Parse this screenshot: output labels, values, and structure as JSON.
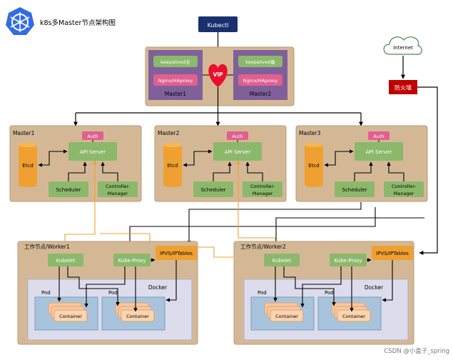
{
  "header": {
    "title": "k8s多Master节点架构图"
  },
  "top": {
    "kubectl": "Kubectl",
    "vip": "VIP",
    "keepalived_master": "keepalived主",
    "keepalived_backup": "keepalived备",
    "nginx_haproxy": "Nginx/HAproxy",
    "master1": "Master1",
    "master2": "Master2"
  },
  "internet": {
    "cloud_label": "Internet",
    "firewall": "防火墙"
  },
  "masters": [
    {
      "title": "Master1",
      "auth": "Auth",
      "api": "API Server",
      "etcd": "Etcd",
      "scheduler": "Scheduler",
      "controller_1": "Controller-",
      "controller_2": "Manager"
    },
    {
      "title": "Master2",
      "auth": "Auth",
      "api": "API Server",
      "etcd": "Etcd",
      "scheduler": "Scheduler",
      "controller_1": "Controller-",
      "controller_2": "Manager"
    },
    {
      "title": "Master3",
      "auth": "Auth",
      "api": "API Server",
      "etcd": "Etcd",
      "scheduler": "Scheduler",
      "controller_1": "Controller-",
      "controller_2": "Manager"
    }
  ],
  "workers": [
    {
      "title": "工作节点/Worker1",
      "kubelet": "Kubelet",
      "kube_proxy": "Kube-Proxy",
      "ipvs": "IPVS/IPTables",
      "docker": "Docker",
      "pod": "Pod",
      "container": "Container"
    },
    {
      "title": "工作节点/Worker2",
      "kubelet": "Kubelet",
      "kube_proxy": "Kube-Proxy",
      "ipvs": "IPVS/IPTables",
      "docker": "Docker",
      "pod": "Pod",
      "container": "Container"
    }
  ],
  "footer": {
    "watermark": "CSDN @小盒子_spring"
  },
  "colors": {
    "tan": "#D4B896",
    "green": "#8CB86C",
    "orange": "#F0A030",
    "pink": "#E06090",
    "purple": "#80609A",
    "navy": "#1A2F6E",
    "red": "#C00000",
    "lavender": "#DCDCEC",
    "podblue": "#A8C4DC",
    "salmon": "#F8C8A0"
  }
}
